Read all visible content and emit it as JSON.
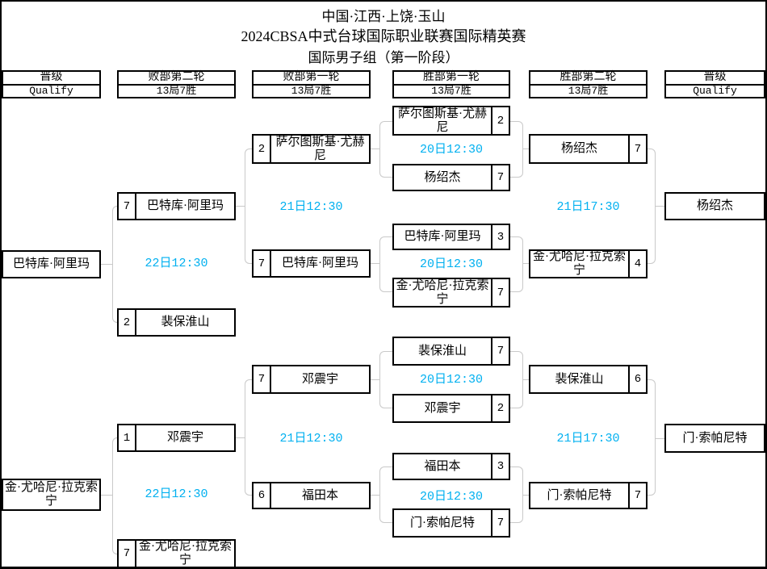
{
  "title": {
    "line1": "中国·江西·上饶·玉山",
    "line2": "2024CBSA中式台球国际职业联赛国际精英赛",
    "line3": "国际男子组（第一阶段）"
  },
  "colors": {
    "date_text": "#00B0F0",
    "connector_line": "#C9C9C9",
    "box_border": "#000000"
  },
  "headers": {
    "qualify_left": {
      "round": "晋级",
      "format": "Qualify"
    },
    "losers_r2": {
      "round": "败部第二轮",
      "format": "13局7胜"
    },
    "losers_r1": {
      "round": "败部第一轮",
      "format": "13局7胜"
    },
    "winners_r1": {
      "round": "胜部第一轮",
      "format": "13局7胜"
    },
    "winners_r2": {
      "round": "胜部第二轮",
      "format": "13局7胜"
    },
    "qualify_right": {
      "round": "晋级",
      "format": "Qualify"
    }
  },
  "matches": {
    "winners_r1": [
      {
        "date": "20日12:30",
        "p1": {
          "name": "萨尔图斯基·尤赫尼",
          "score": "2"
        },
        "p2": {
          "name": "杨绍杰",
          "score": "7"
        }
      },
      {
        "date": "20日12:30",
        "p1": {
          "name": "巴特库·阿里玛",
          "score": "3"
        },
        "p2": {
          "name": "金·尤哈尼·拉克索宁",
          "score": "7"
        }
      },
      {
        "date": "20日12:30",
        "p1": {
          "name": "裴保淮山",
          "score": "7"
        },
        "p2": {
          "name": "邓震宇",
          "score": "2"
        }
      },
      {
        "date": "20日12:30",
        "p1": {
          "name": "福田本",
          "score": "3"
        },
        "p2": {
          "name": "门·索帕尼特",
          "score": "7"
        }
      }
    ],
    "winners_r2": [
      {
        "date": "21日17:30",
        "p1": {
          "name": "杨绍杰",
          "score": "7"
        },
        "p2": {
          "name": "金·尤哈尼·拉克索宁",
          "score": "4"
        }
      },
      {
        "date": "21日17:30",
        "p1": {
          "name": "裴保淮山",
          "score": "6"
        },
        "p2": {
          "name": "门·索帕尼特",
          "score": "7"
        }
      }
    ],
    "losers_r1": [
      {
        "date": "21日12:30",
        "p1": {
          "name": "萨尔图斯基·尤赫尼",
          "score": "2"
        },
        "p2": {
          "name": "巴特库·阿里玛",
          "score": "7"
        }
      },
      {
        "date": "21日12:30",
        "p1": {
          "name": "邓震宇",
          "score": "7"
        },
        "p2": {
          "name": "福田本",
          "score": "6"
        }
      }
    ],
    "losers_r2": [
      {
        "date": "22日12:30",
        "p1": {
          "name": "巴特库·阿里玛",
          "score": "7"
        },
        "p2": {
          "name": "裴保淮山",
          "score": "2"
        }
      },
      {
        "date": "22日12:30",
        "p1": {
          "name": "邓震宇",
          "score": "1"
        },
        "p2": {
          "name": "金·尤哈尼·拉克索宁",
          "score": "7"
        }
      }
    ]
  },
  "qualifiers": {
    "left_top": "巴特库·阿里玛",
    "left_bottom": "金·尤哈尼·拉克索宁",
    "right_top": "杨绍杰",
    "right_bottom": "门·索帕尼特"
  }
}
